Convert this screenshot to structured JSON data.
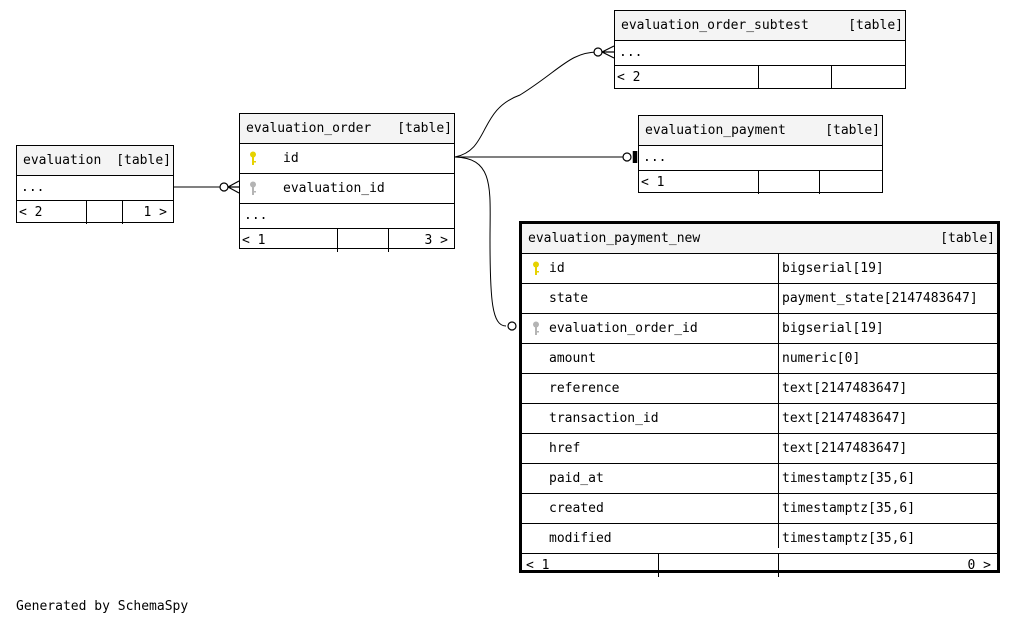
{
  "tables": {
    "evaluation": {
      "name": "evaluation",
      "tag": "[table]",
      "ellipsis": "...",
      "footer": {
        "left": "< 2",
        "right": "1 >"
      }
    },
    "evaluation_order": {
      "name": "evaluation_order",
      "tag": "[table]",
      "columns": [
        {
          "name": "id",
          "key": "primary"
        },
        {
          "name": "evaluation_id",
          "key": "foreign"
        }
      ],
      "ellipsis": "...",
      "footer": {
        "left": "< 1",
        "right": "3 >"
      }
    },
    "evaluation_order_subtest": {
      "name": "evaluation_order_subtest",
      "tag": "[table]",
      "ellipsis": "...",
      "footer": {
        "left": "< 2"
      }
    },
    "evaluation_payment": {
      "name": "evaluation_payment",
      "tag": "[table]",
      "ellipsis": "...",
      "footer": {
        "left": "< 1"
      }
    },
    "evaluation_payment_new": {
      "name": "evaluation_payment_new",
      "tag": "[table]",
      "columns": [
        {
          "name": "id",
          "type": "bigserial[19]",
          "key": "primary"
        },
        {
          "name": "state",
          "type": "payment_state[2147483647]",
          "key": ""
        },
        {
          "name": "evaluation_order_id",
          "type": "bigserial[19]",
          "key": "foreign"
        },
        {
          "name": "amount",
          "type": "numeric[0]",
          "key": ""
        },
        {
          "name": "reference",
          "type": "text[2147483647]",
          "key": ""
        },
        {
          "name": "transaction_id",
          "type": "text[2147483647]",
          "key": ""
        },
        {
          "name": "href",
          "type": "text[2147483647]",
          "key": ""
        },
        {
          "name": "paid_at",
          "type": "timestamptz[35,6]",
          "key": ""
        },
        {
          "name": "created",
          "type": "timestamptz[35,6]",
          "key": ""
        },
        {
          "name": "modified",
          "type": "timestamptz[35,6]",
          "key": ""
        }
      ],
      "footer": {
        "left": "< 1",
        "right": "0 >"
      }
    }
  },
  "colors": {
    "primary_key": "#e6d200",
    "foreign_key": "#b4b4b4",
    "header_bg": "#f4f4f4"
  },
  "generated_by": "Generated by SchemaSpy"
}
